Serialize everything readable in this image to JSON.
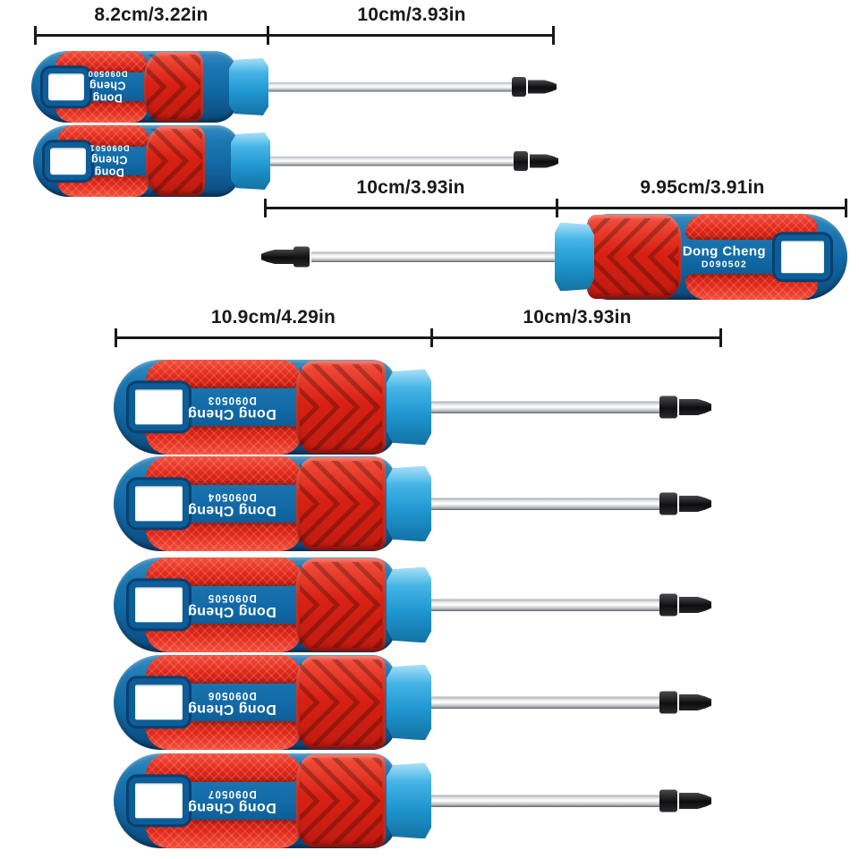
{
  "brand": "Dong Cheng",
  "rulers": [
    {
      "segments": [
        {
          "label": "8.2cm/3.22in"
        },
        {
          "label": "10cm/3.93in"
        }
      ]
    },
    {
      "segments": [
        {
          "label": "10cm/3.93in"
        },
        {
          "label": "9.95cm/3.91in"
        }
      ]
    },
    {
      "segments": [
        {
          "label": "10.9cm/4.29in"
        },
        {
          "label": "10cm/3.93in"
        }
      ]
    }
  ],
  "screwdrivers": [
    {
      "model": "D090500",
      "size": "small",
      "facing": "left"
    },
    {
      "model": "D090501",
      "size": "small",
      "facing": "left"
    },
    {
      "model": "D090502",
      "size": "mid",
      "facing": "right"
    },
    {
      "model": "D090503",
      "size": "large",
      "facing": "left"
    },
    {
      "model": "D090504",
      "size": "large",
      "facing": "left"
    },
    {
      "model": "D090505",
      "size": "large",
      "facing": "left"
    },
    {
      "model": "D090506",
      "size": "large",
      "facing": "left"
    },
    {
      "model": "D090507",
      "size": "large",
      "facing": "left"
    }
  ],
  "colors": {
    "handle_blue": "#1168a4",
    "grip_red": "#e02718",
    "collar_cyan": "#2fa3d9",
    "shaft_chrome": "#d9dcdf",
    "tip_black": "#111114",
    "annotation_black": "#191919",
    "handle_text_white": "#ffffff",
    "background": "#ffffff"
  }
}
